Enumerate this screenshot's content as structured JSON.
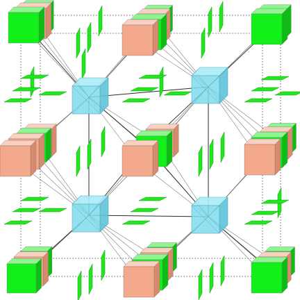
{
  "colors": {
    "background": "#ffffff",
    "hub_front": "#7fdcef",
    "hub_top": "#a9ecf7",
    "hub_side": "#5fc3d9",
    "hub_edge": "#5aa8bb",
    "block_green_front": "#12f01a",
    "block_green_top": "#8cf78f",
    "block_green_side": "#0bbf12",
    "block_salmon_front": "#f4a98c",
    "block_salmon_top": "#fad0bf",
    "block_salmon_side": "#d98a6c",
    "plate": "#22e61e",
    "plate_edge": "#0f9f10",
    "link_line": "#7a7a7a",
    "bond_line": "#2a2a2a",
    "cell_edge": "#333333"
  },
  "structure": {
    "hub_count": 4,
    "block_count": 18,
    "plate_count": 44,
    "unit_cell_outline": "dotted"
  }
}
